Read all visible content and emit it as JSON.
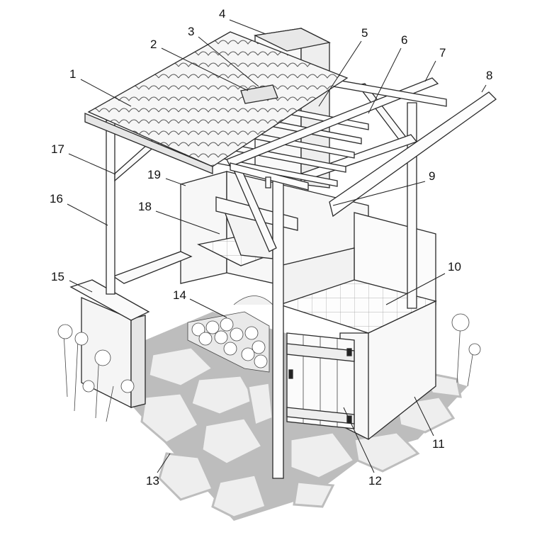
{
  "figure": {
    "type": "exploded-labelled illustration",
    "subject": "outdoor barbecue pavilion",
    "colors": {
      "ink": "#2a2a2a",
      "ground": "#bdbdbd",
      "stone": "#eeeeee",
      "roof": "#f4f4f4",
      "wood": "#fafafa",
      "wall": "#f7f7f7"
    }
  },
  "callouts": [
    {
      "id": "c1",
      "label": "1"
    },
    {
      "id": "c2",
      "label": "2"
    },
    {
      "id": "c3",
      "label": "3"
    },
    {
      "id": "c4",
      "label": "4"
    },
    {
      "id": "c5",
      "label": "5"
    },
    {
      "id": "c6",
      "label": "6"
    },
    {
      "id": "c7",
      "label": "7"
    },
    {
      "id": "c8",
      "label": "8"
    },
    {
      "id": "c9",
      "label": "9"
    },
    {
      "id": "c10",
      "label": "10"
    },
    {
      "id": "c11",
      "label": "11"
    },
    {
      "id": "c12",
      "label": "12"
    },
    {
      "id": "c13",
      "label": "13"
    },
    {
      "id": "c14",
      "label": "14"
    },
    {
      "id": "c15",
      "label": "15"
    },
    {
      "id": "c16",
      "label": "16"
    },
    {
      "id": "c17",
      "label": "17"
    },
    {
      "id": "c18",
      "label": "18"
    },
    {
      "id": "c19",
      "label": "19"
    }
  ]
}
